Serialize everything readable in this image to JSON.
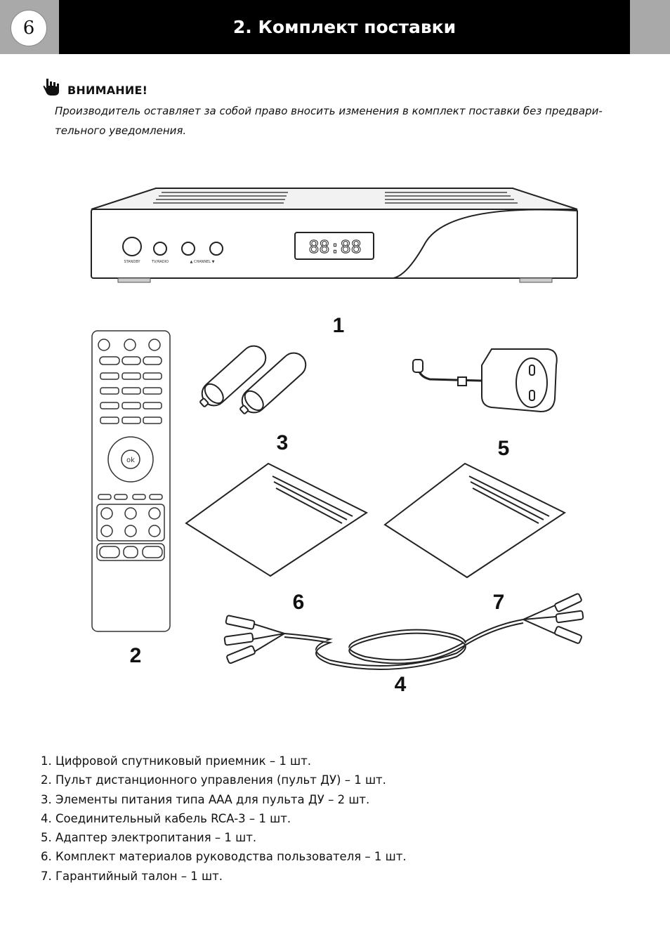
{
  "header": {
    "page_number": "6",
    "title": "2. Комплект поставки"
  },
  "warning": {
    "icon": "pointing-hand-icon",
    "title": "ВНИМАНИЕ!",
    "text": "Производитель оставляет за собой право вносить изменения в комплект поставки без предвари-тельного уведомления."
  },
  "figure": {
    "receiver": {
      "display": "88:88",
      "button_labels": [
        "STANDBY",
        "TV/RADIO",
        "▲ CHANNEL ▼"
      ]
    },
    "callouts": [
      "1",
      "2",
      "3",
      "4",
      "5",
      "6",
      "7"
    ]
  },
  "parts": [
    "1. Цифровой спутниковый приемник – 1 шт.",
    "2. Пульт дистанционного управления (пульт ДУ) – 1 шт.",
    "3. Элементы питания типа ААА для пульта ДУ – 2 шт.",
    "4. Соединительный кабель RCA-3 – 1 шт.",
    "5. Адаптер электропитания – 1 шт.",
    "6. Комплект материалов руководства пользователя – 1 шт.",
    "7. Гарантийный талон – 1 шт."
  ]
}
